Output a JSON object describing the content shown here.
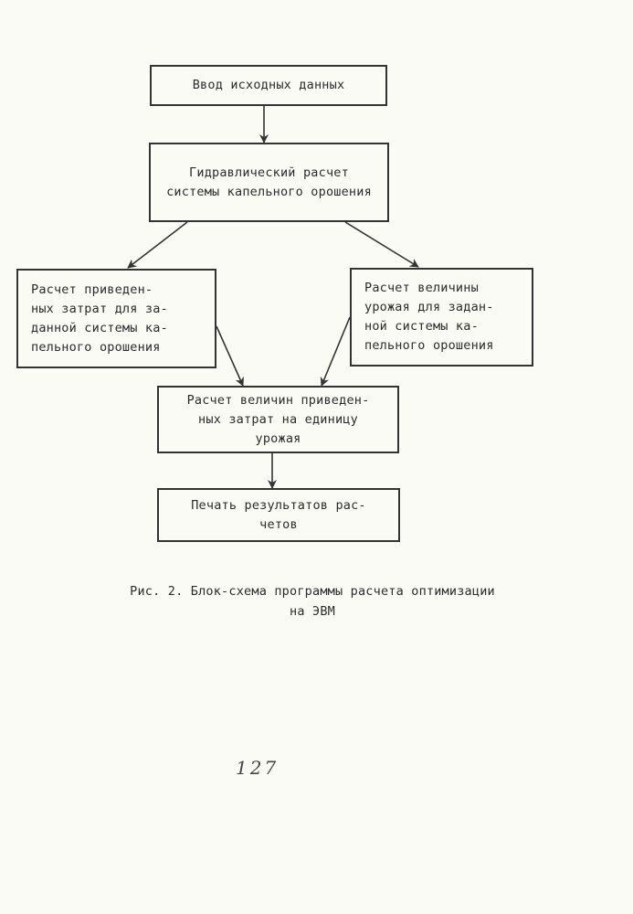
{
  "diagram": {
    "nodes": {
      "input": "Ввод исходных данных",
      "hydraulic": "Гидравлический расчет\nсистемы капельного орошения",
      "costs": "Расчет приведен-\nных затрат для за-\nданной системы ка-\nпельного орошения",
      "yield": "Расчет величины\nурожая для задан-\nной системы ка-\nпельного орошения",
      "unit_costs": "Расчет величин приведен-\nных затрат на единицу\nурожая",
      "print": "Печать результатов рас-\nчетов"
    },
    "edges": [
      {
        "from": "input",
        "to": "hydraulic"
      },
      {
        "from": "hydraulic",
        "to": "costs"
      },
      {
        "from": "hydraulic",
        "to": "yield"
      },
      {
        "from": "costs",
        "to": "unit_costs"
      },
      {
        "from": "yield",
        "to": "unit_costs"
      },
      {
        "from": "unit_costs",
        "to": "print"
      }
    ]
  },
  "caption": "Рис. 2. Блок-схема программы расчета оптимизации\nна ЭВМ",
  "page_number": "127",
  "colors": {
    "ink": "#2b2b2b",
    "paper": "#fbfbf6"
  }
}
